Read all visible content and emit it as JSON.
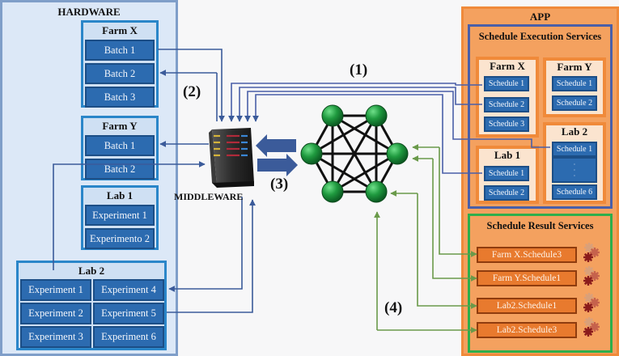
{
  "hardware": {
    "title": "HARDWARE",
    "farm_x": {
      "title": "Farm X",
      "items": [
        "Batch 1",
        "Batch 2",
        "Batch 3"
      ]
    },
    "farm_y": {
      "title": "Farm Y",
      "items": [
        "Batch 1",
        "Batch 2"
      ]
    },
    "lab_1": {
      "title": "Lab 1",
      "items": [
        "Experiment 1",
        "Experimento 2"
      ]
    },
    "lab_2": {
      "title": "Lab 2",
      "items": [
        "Experiment 1",
        "Experiment 4",
        "Experiment 2",
        "Experiment 5",
        "Experiment 3",
        "Experiment 6"
      ]
    }
  },
  "middleware": {
    "label": "MIDDLEWARE"
  },
  "steps": {
    "s1": "(1)",
    "s2": "(2)",
    "s3": "(3)",
    "s4": "(4)"
  },
  "app": {
    "title": "APP",
    "execution": {
      "title": "Schedule Execution Services",
      "farm_x": {
        "title": "Farm X",
        "items": [
          "Schedule 1",
          "Schedule 2",
          "Schedule 3"
        ]
      },
      "farm_y": {
        "title": "Farm Y",
        "items": [
          "Schedule 1",
          "Schedule 2"
        ]
      },
      "lab_1": {
        "title": "Lab 1",
        "items": [
          "Schedule 1",
          "Schedule 2"
        ]
      },
      "lab_2": {
        "title": "Lab 2",
        "items": [
          "Schedule 1",
          "·\n·\n·",
          "Schedule 6"
        ]
      }
    },
    "results": {
      "title": "Schedule Result Services",
      "items": [
        "Farm X.Schedule3",
        "Farm Y.Schedule1",
        "Lab2.Schedule1",
        "Lab2.Schedule3"
      ],
      "icon": "gears-icon"
    }
  },
  "colors": {
    "hardware_bg": "#dce8f7",
    "item_blue": "#2c6bb0",
    "app_orange": "#f4a15f",
    "execution_border": "#4a5fa8",
    "results_border": "#2fae4b",
    "node_green": "#1f9a3f",
    "connector_blue": "#3b5b9a",
    "connector_green": "#6a9a4a"
  }
}
